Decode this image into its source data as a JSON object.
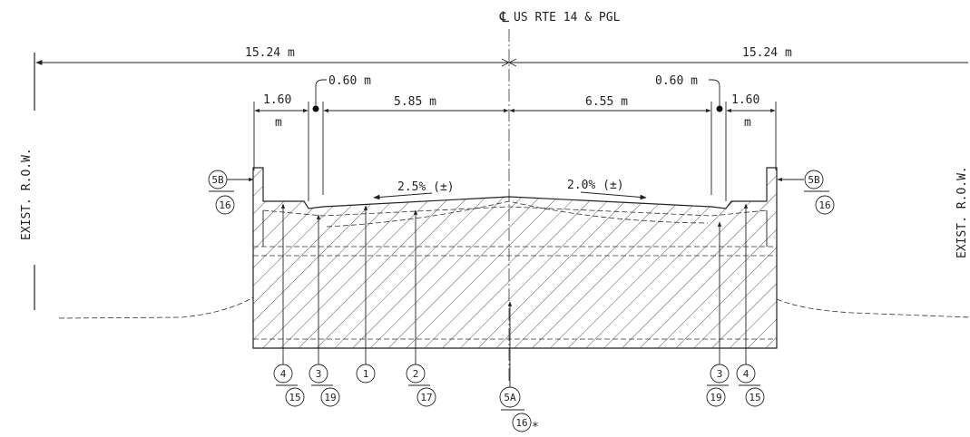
{
  "centerline": {
    "symbol": "℄",
    "label": "US RTE 14 & PGL"
  },
  "row": {
    "left_label": "EXIST. R.O.W.",
    "right_label": "EXIST. R.O.W."
  },
  "dimensions": {
    "left_row": "15.24 m",
    "right_row": "15.24 m",
    "left_offset": "0.60 m",
    "right_offset": "0.60 m",
    "left_lane": "5.85 m",
    "right_lane": "6.55 m",
    "left_shoulder_num": "1.60",
    "left_shoulder_unit": "m",
    "right_shoulder_num": "1.60",
    "right_shoulder_unit": "m"
  },
  "slopes": {
    "left": "2.5% (±)",
    "right": "2.0% (±)"
  },
  "callouts": {
    "c1": "1",
    "c2": "2",
    "c3": "3",
    "c4": "4",
    "c5A": "5A",
    "c5B": "5B",
    "c15": "15",
    "c16": "16",
    "c17": "17",
    "c19": "19",
    "asterisk": "*"
  }
}
